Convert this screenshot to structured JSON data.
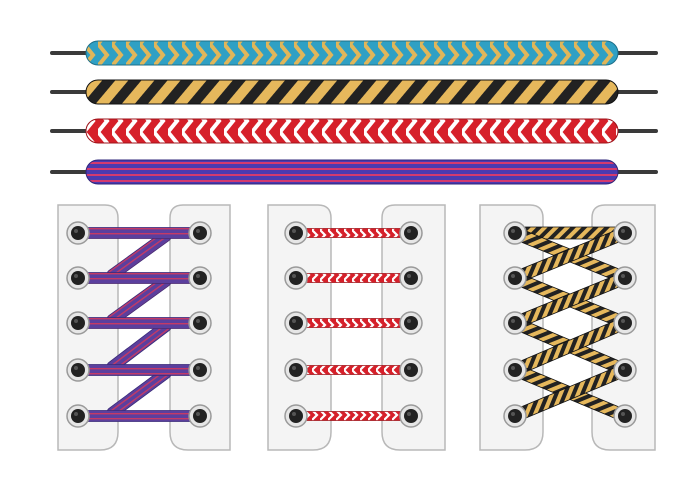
{
  "laces": [
    {
      "name": "blue-yellow-chevron-lace",
      "pattern": "chevron",
      "base": "#2fa0c4",
      "stripe": "#e0b65a",
      "tip": "#3a3a3a"
    },
    {
      "name": "black-yellow-diagonal-lace",
      "pattern": "diagonal",
      "base": "#222222",
      "stripe": "#e6b85c",
      "tip": "#3a3a3a"
    },
    {
      "name": "red-white-chevron-lace",
      "pattern": "chevron",
      "base": "#d6202a",
      "stripe": "#ffffff",
      "tip": "#3a3a3a"
    },
    {
      "name": "purple-red-striped-lace",
      "pattern": "horizontal",
      "base": "#4b3ab0",
      "stripe": "#d43a6e",
      "tip": "#3a3a3a"
    }
  ],
  "lacing_panels": [
    {
      "name": "straight-bar-lacing-panel",
      "style": "straight-bar",
      "lace_colors": [
        "#5b3f9e",
        "#c43a66"
      ]
    },
    {
      "name": "ladder-lacing-panel",
      "style": "ladder",
      "lace_colors": [
        "#d6202a",
        "#ffffff"
      ]
    },
    {
      "name": "criss-cross-lacing-panel",
      "style": "criss-cross",
      "lace_colors": [
        "#e6b85c",
        "#222222"
      ]
    }
  ],
  "colors": {
    "shoe_panel": "#f4f4f4",
    "shoe_outline": "#b8b8b8",
    "eyelet_ring": "#9a9a9a",
    "eyelet_hole": "#222222",
    "lace_tip": "#3a3a3a"
  }
}
